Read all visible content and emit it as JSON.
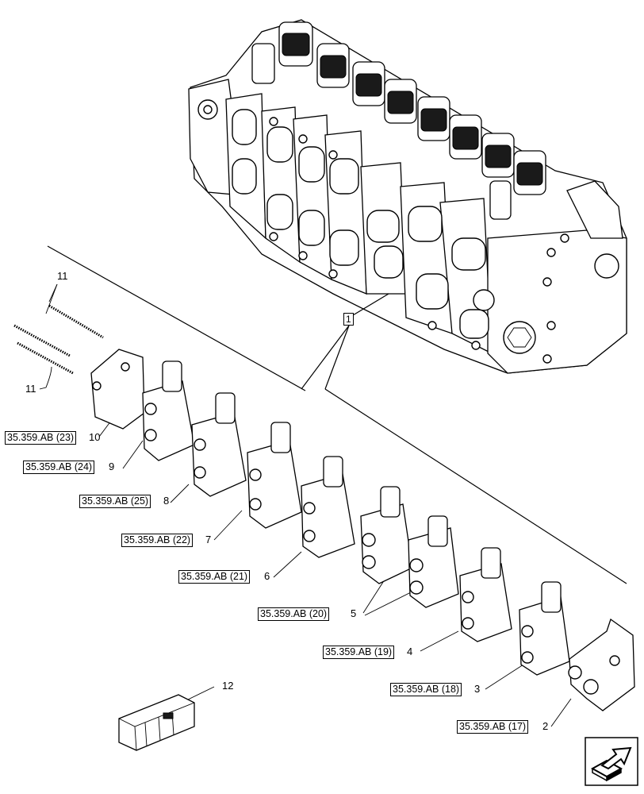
{
  "diagram": {
    "callout_main": "1",
    "refs": [
      {
        "id": "ref-10",
        "text": "35.359.AB (23)",
        "item": "10"
      },
      {
        "id": "ref-9",
        "text": "35.359.AB (24)",
        "item": "9"
      },
      {
        "id": "ref-8",
        "text": "35.359.AB (25)",
        "item": "8"
      },
      {
        "id": "ref-7",
        "text": "35.359.AB (22)",
        "item": "7"
      },
      {
        "id": "ref-6",
        "text": "35.359.AB (21)",
        "item": "6"
      },
      {
        "id": "ref-5",
        "text": "35.359.AB (20)",
        "item": "5"
      },
      {
        "id": "ref-4",
        "text": "35.359.AB (19)",
        "item": "4"
      },
      {
        "id": "ref-3",
        "text": "35.359.AB (18)",
        "item": "3"
      },
      {
        "id": "ref-2",
        "text": "35.359.AB (17)",
        "item": "2"
      }
    ],
    "item_11_top": "11",
    "item_11_bottom": "11",
    "item_12": "12",
    "nav_icon": "next-page-arrow-icon"
  }
}
